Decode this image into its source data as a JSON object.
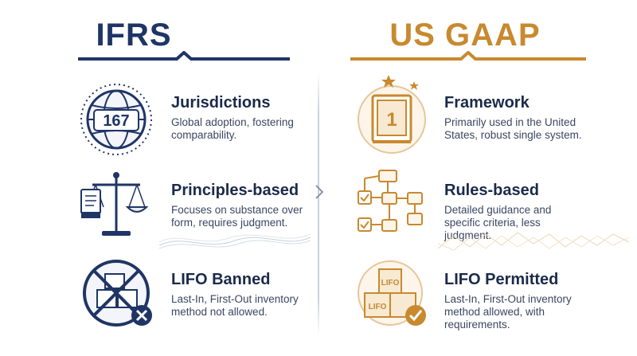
{
  "ifrs": {
    "heading": "IFRS",
    "items": [
      {
        "icon": "globe-icon",
        "badge": "167",
        "title": "Jurisdictions",
        "description": "Global adoption, fostering comparability."
      },
      {
        "icon": "scales-icon",
        "title": "Principles-based",
        "description": "Focuses on substance over form, requires judgment."
      },
      {
        "icon": "banned-boxes-icon",
        "title": "LIFO Banned",
        "description": "Last-In, First-Out inventory method not allowed."
      }
    ]
  },
  "usgaap": {
    "heading": "US GAAP",
    "items": [
      {
        "icon": "book-icon",
        "badge": "1",
        "title": "Framework",
        "description": "Primarily used in the United States, robust single system."
      },
      {
        "icon": "flowchart-icon",
        "title": "Rules-based",
        "description": "Detailed guidance and specific criteria, less judgment."
      },
      {
        "icon": "permitted-boxes-icon",
        "box_labels": [
          "LIFO",
          "LIFO"
        ],
        "title": "LIFO Permitted",
        "description": "Last-In, First-Out inventory method allowed, with requirements."
      }
    ]
  },
  "colors": {
    "ifrs_navy": "#1f3566",
    "gaap_gold": "#c8892f"
  }
}
